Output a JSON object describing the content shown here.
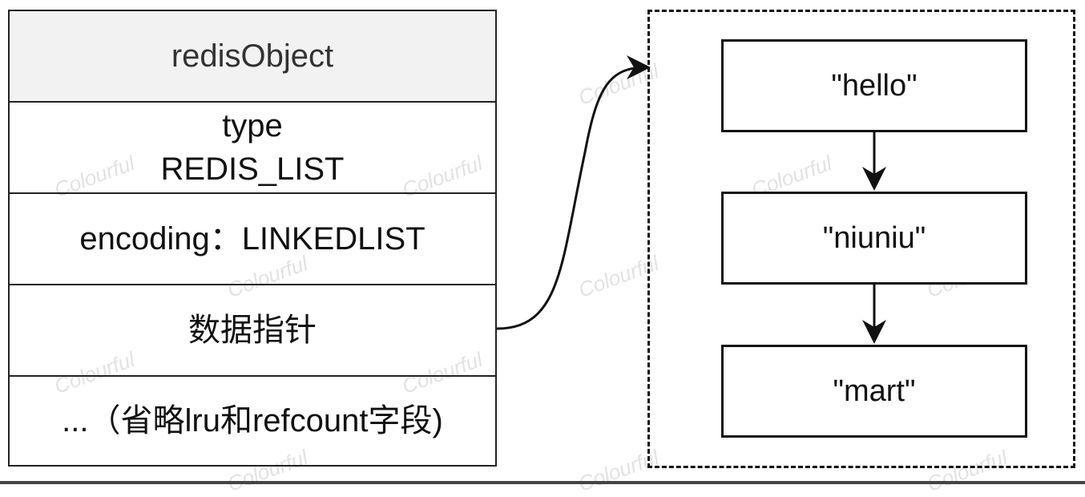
{
  "redis_object": {
    "header": "redisObject",
    "type_row": "type\nREDIS_LIST",
    "encoding_row": "encoding：LINKEDLIST",
    "pointer_row": "数据指针",
    "omitted_row": "...（省略lru和refcount字段)"
  },
  "linked_list": {
    "nodes": [
      "\"hello\"",
      "\"niuniu\"",
      "\"mart\""
    ]
  },
  "watermark": "Colourful"
}
